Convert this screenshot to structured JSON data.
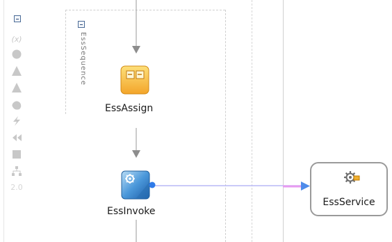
{
  "sequence": {
    "name": "EssSequence"
  },
  "activities": [
    {
      "label": "EssAssign",
      "type": "assign-icon"
    },
    {
      "label": "EssInvoke",
      "type": "invoke-icon"
    }
  ],
  "partner_link": {
    "label": "EssService",
    "icon": "gear-icon"
  },
  "palette": {
    "icons": [
      "collapse-icon",
      "variables-icon",
      "scope-icon",
      "warning-icon",
      "triangle-icon",
      "blob-icon",
      "lightning-icon",
      "rewind-icon",
      "box-icon",
      "hierarchy-icon",
      "faded-icon"
    ],
    "faded_text": "2.0"
  },
  "colors": {
    "assign": "#f6b73c",
    "invoke": "#3f8ed8",
    "wire": "#b9b9f5",
    "palette_icon": "#c8c8c8"
  }
}
